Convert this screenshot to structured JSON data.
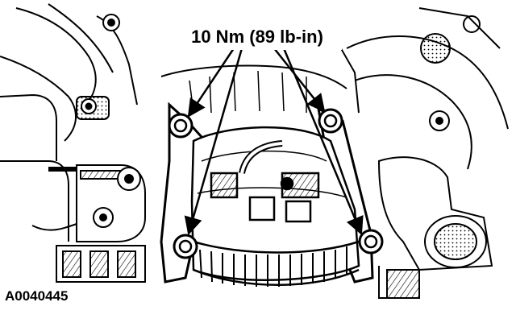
{
  "callout": {
    "label": "10 Nm (89 lb-in)"
  },
  "figure": {
    "id": "A0040445"
  },
  "bolts": [
    {
      "name": "upper-left"
    },
    {
      "name": "upper-right"
    },
    {
      "name": "lower-left"
    },
    {
      "name": "lower-right"
    }
  ],
  "colors": {
    "ink": "#000000",
    "paper": "#ffffff"
  }
}
